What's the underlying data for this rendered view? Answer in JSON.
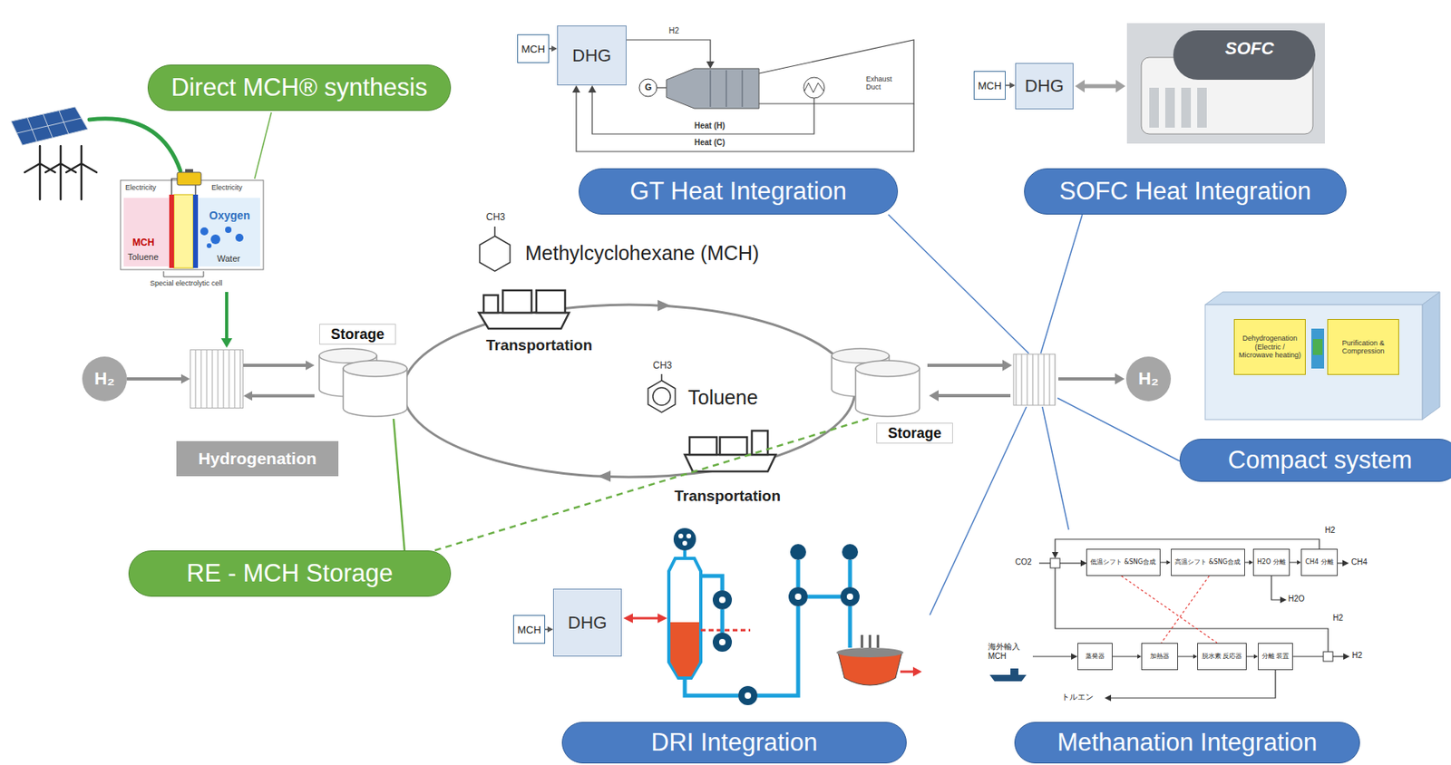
{
  "diagram": {
    "nodes": [
      {
        "text": [
          "Direct MCH® synthesis"
        ]
      },
      {
        "text": [
          "MCH"
        ]
      },
      {
        "text": [
          "DHG"
        ]
      },
      {
        "text": [
          "GT Heat Integration"
        ]
      },
      {
        "text": [
          "MCH"
        ]
      },
      {
        "text": [
          "DHG"
        ]
      },
      {
        "text": [
          "SOFC Heat Integration"
        ]
      },
      {
        "text": [
          "H₂"
        ]
      },
      {
        "text": [
          "Hydrogenation"
        ]
      },
      {
        "text": [
          "Storage"
        ]
      },
      {
        "text": [
          "Storage"
        ]
      },
      {
        "text": [
          "H₂"
        ]
      },
      {
        "text": [
          "Dehydrogenation (Electric / Microwave heating)"
        ]
      },
      {
        "text": [
          "Purification & Compression"
        ]
      },
      {
        "text": [
          "Compact system"
        ]
      },
      {
        "text": [
          "RE - MCH Storage"
        ]
      },
      {
        "text": [
          "MCH"
        ]
      },
      {
        "text": [
          "DHG"
        ]
      },
      {
        "text": [
          "低温シフト &SNG合成"
        ]
      },
      {
        "text": [
          "高温シフト &SNG合成"
        ]
      },
      {
        "text": [
          "H2O 分離"
        ]
      },
      {
        "text": [
          "CH4 分離"
        ]
      },
      {
        "text": [
          "蒸発器"
        ]
      },
      {
        "text": [
          "加熱器"
        ]
      },
      {
        "text": [
          "脱水素 反応器"
        ]
      },
      {
        "text": [
          "分離 装置"
        ]
      },
      {
        "text": [
          "DRI Integration"
        ]
      },
      {
        "text": [
          "Methanation Integration"
        ]
      }
    ],
    "edges": [
      {
        "from": 1,
        "to": 2,
        "arrow": "to"
      },
      {
        "from": 4,
        "to": 5,
        "arrow": "to"
      },
      {
        "from": 7,
        "to": 8,
        "arrow": "to"
      },
      {
        "from": 8,
        "to": 9,
        "arrow": "to"
      },
      {
        "from": 9,
        "to": 8,
        "arrow": "to"
      },
      {
        "from": 15,
        "to": 9,
        "arrow": "none"
      },
      {
        "from": 15,
        "to": 10,
        "arrow": "none"
      },
      {
        "from": 16,
        "to": 17,
        "arrow": "to"
      },
      {
        "from": 18,
        "to": 19,
        "arrow": "to"
      },
      {
        "from": 19,
        "to": 20,
        "arrow": "to"
      },
      {
        "from": 20,
        "to": 21,
        "arrow": "to"
      },
      {
        "from": 22,
        "to": 23,
        "arrow": "to"
      },
      {
        "from": 23,
        "to": 24,
        "arrow": "to"
      },
      {
        "from": 24,
        "to": 25,
        "arrow": "to"
      }
    ],
    "labels": [
      "Methylcyclohexane (MCH)",
      "CH3",
      "Toluene",
      "CH3",
      "Transportation",
      "Transportation",
      "Electricity",
      "Electricity",
      "MCH",
      "Toluene",
      "Oxygen",
      "Water",
      "Special electrolytic cell",
      "H2",
      "G",
      "Heat (H)",
      "Heat (C)",
      "Exhaust Duct",
      "SOFC",
      "CO2",
      "H2",
      "CH4",
      "H2O",
      "H2",
      "海外輸入 MCH",
      "トルエン",
      "H2"
    ]
  }
}
